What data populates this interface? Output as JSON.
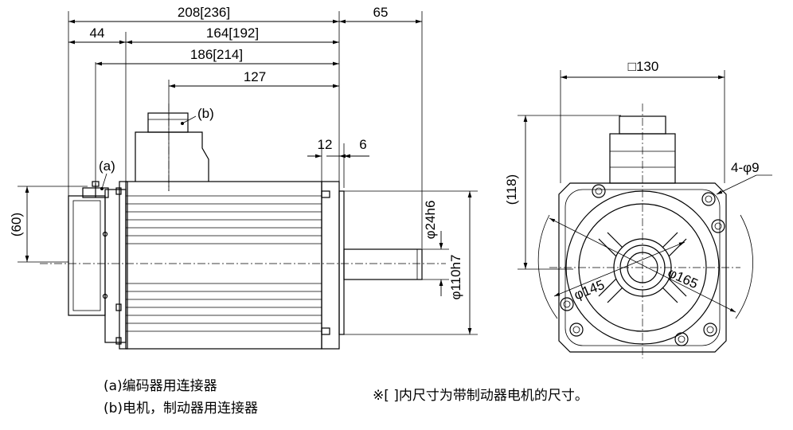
{
  "side_view": {
    "dims": {
      "overall_length": "208[236]",
      "shaft_length": "65",
      "encoder_offset": "44",
      "body_length": "164[192]",
      "length_from_encoder": "186[214]",
      "connector_distance": "127",
      "flange_12": "12",
      "flange_6": "6",
      "height_60": "(60)",
      "shaft_dia": "φ24h6",
      "spigot_dia": "φ110h7"
    },
    "labels": {
      "encoder_label": "(a)",
      "brake_label": "(b)"
    }
  },
  "front_view": {
    "dims": {
      "square": "□130",
      "height_118": "(118)",
      "holes": "4-φ9",
      "pcd_145": "φ145",
      "pcd_165": "φ165"
    }
  },
  "notes": {
    "legend_a": "(a)编码器用连接器",
    "legend_b": "(b)电机，制动器用连接器",
    "remark": "※[ ]内尺寸为带制动器电机的尺寸。"
  }
}
